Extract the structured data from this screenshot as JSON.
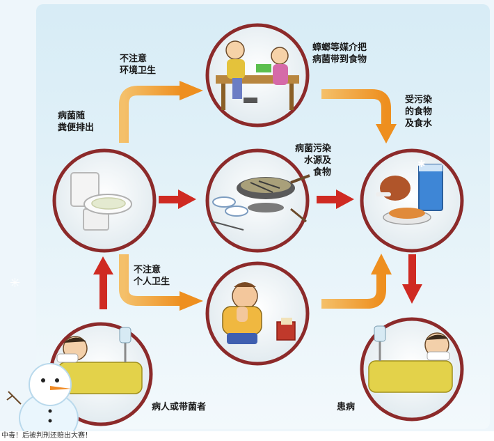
{
  "labels": {
    "feces": "病菌随\n粪便排出",
    "env_hygiene": "不注意\n环境卫生",
    "insects": "蟑螂等媒介把\n病菌带到食物",
    "contaminated": "受污染\n的食物\n及食水",
    "pollute_water": "病菌污染\n水源及\n食物",
    "personal_hygiene": "不注意\n个人卫生",
    "patient_carrier": "病人或带菌者",
    "sick": "患病"
  },
  "caption": "中毒！后被判刑还赔出大赛！",
  "colors": {
    "orange_arrow": "#f0a033",
    "red_arrow": "#cf2a22",
    "node_ring": "#8c2a2a"
  }
}
